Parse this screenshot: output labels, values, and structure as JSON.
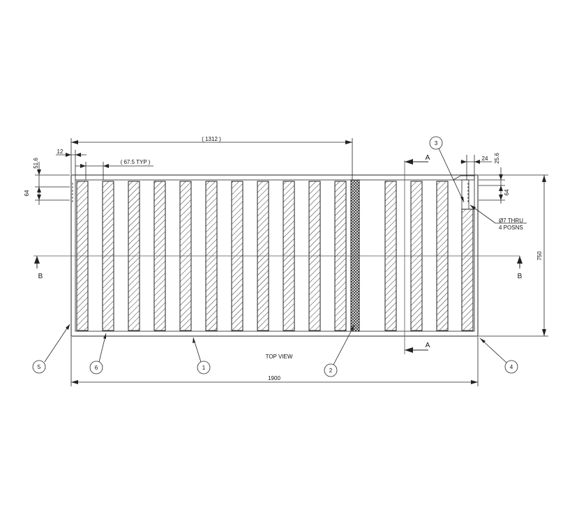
{
  "drawing": {
    "view_title": "TOP VIEW",
    "dimensions": {
      "overall_length": "1900",
      "overall_width": "750",
      "offset_to_bar_2": "( 1312 )",
      "end_offset": "12",
      "bar_pitch": "( 67.5 TYP )",
      "left_offset_small": "51.6",
      "left_width_small": "64",
      "right_offset_small": "24",
      "right_offset_vertical": "25.6",
      "right_width_small": "64"
    },
    "hole_note": {
      "line1": "Ø7 THRU",
      "line2": "4 POSNS"
    },
    "section_labels": {
      "a_top": "A",
      "a_bottom": "A",
      "b_left": "B",
      "b_right": "B"
    },
    "balloons": [
      "1",
      "2",
      "3",
      "4",
      "5",
      "6"
    ],
    "colors": {
      "line": "#222222",
      "background": "#ffffff"
    }
  }
}
